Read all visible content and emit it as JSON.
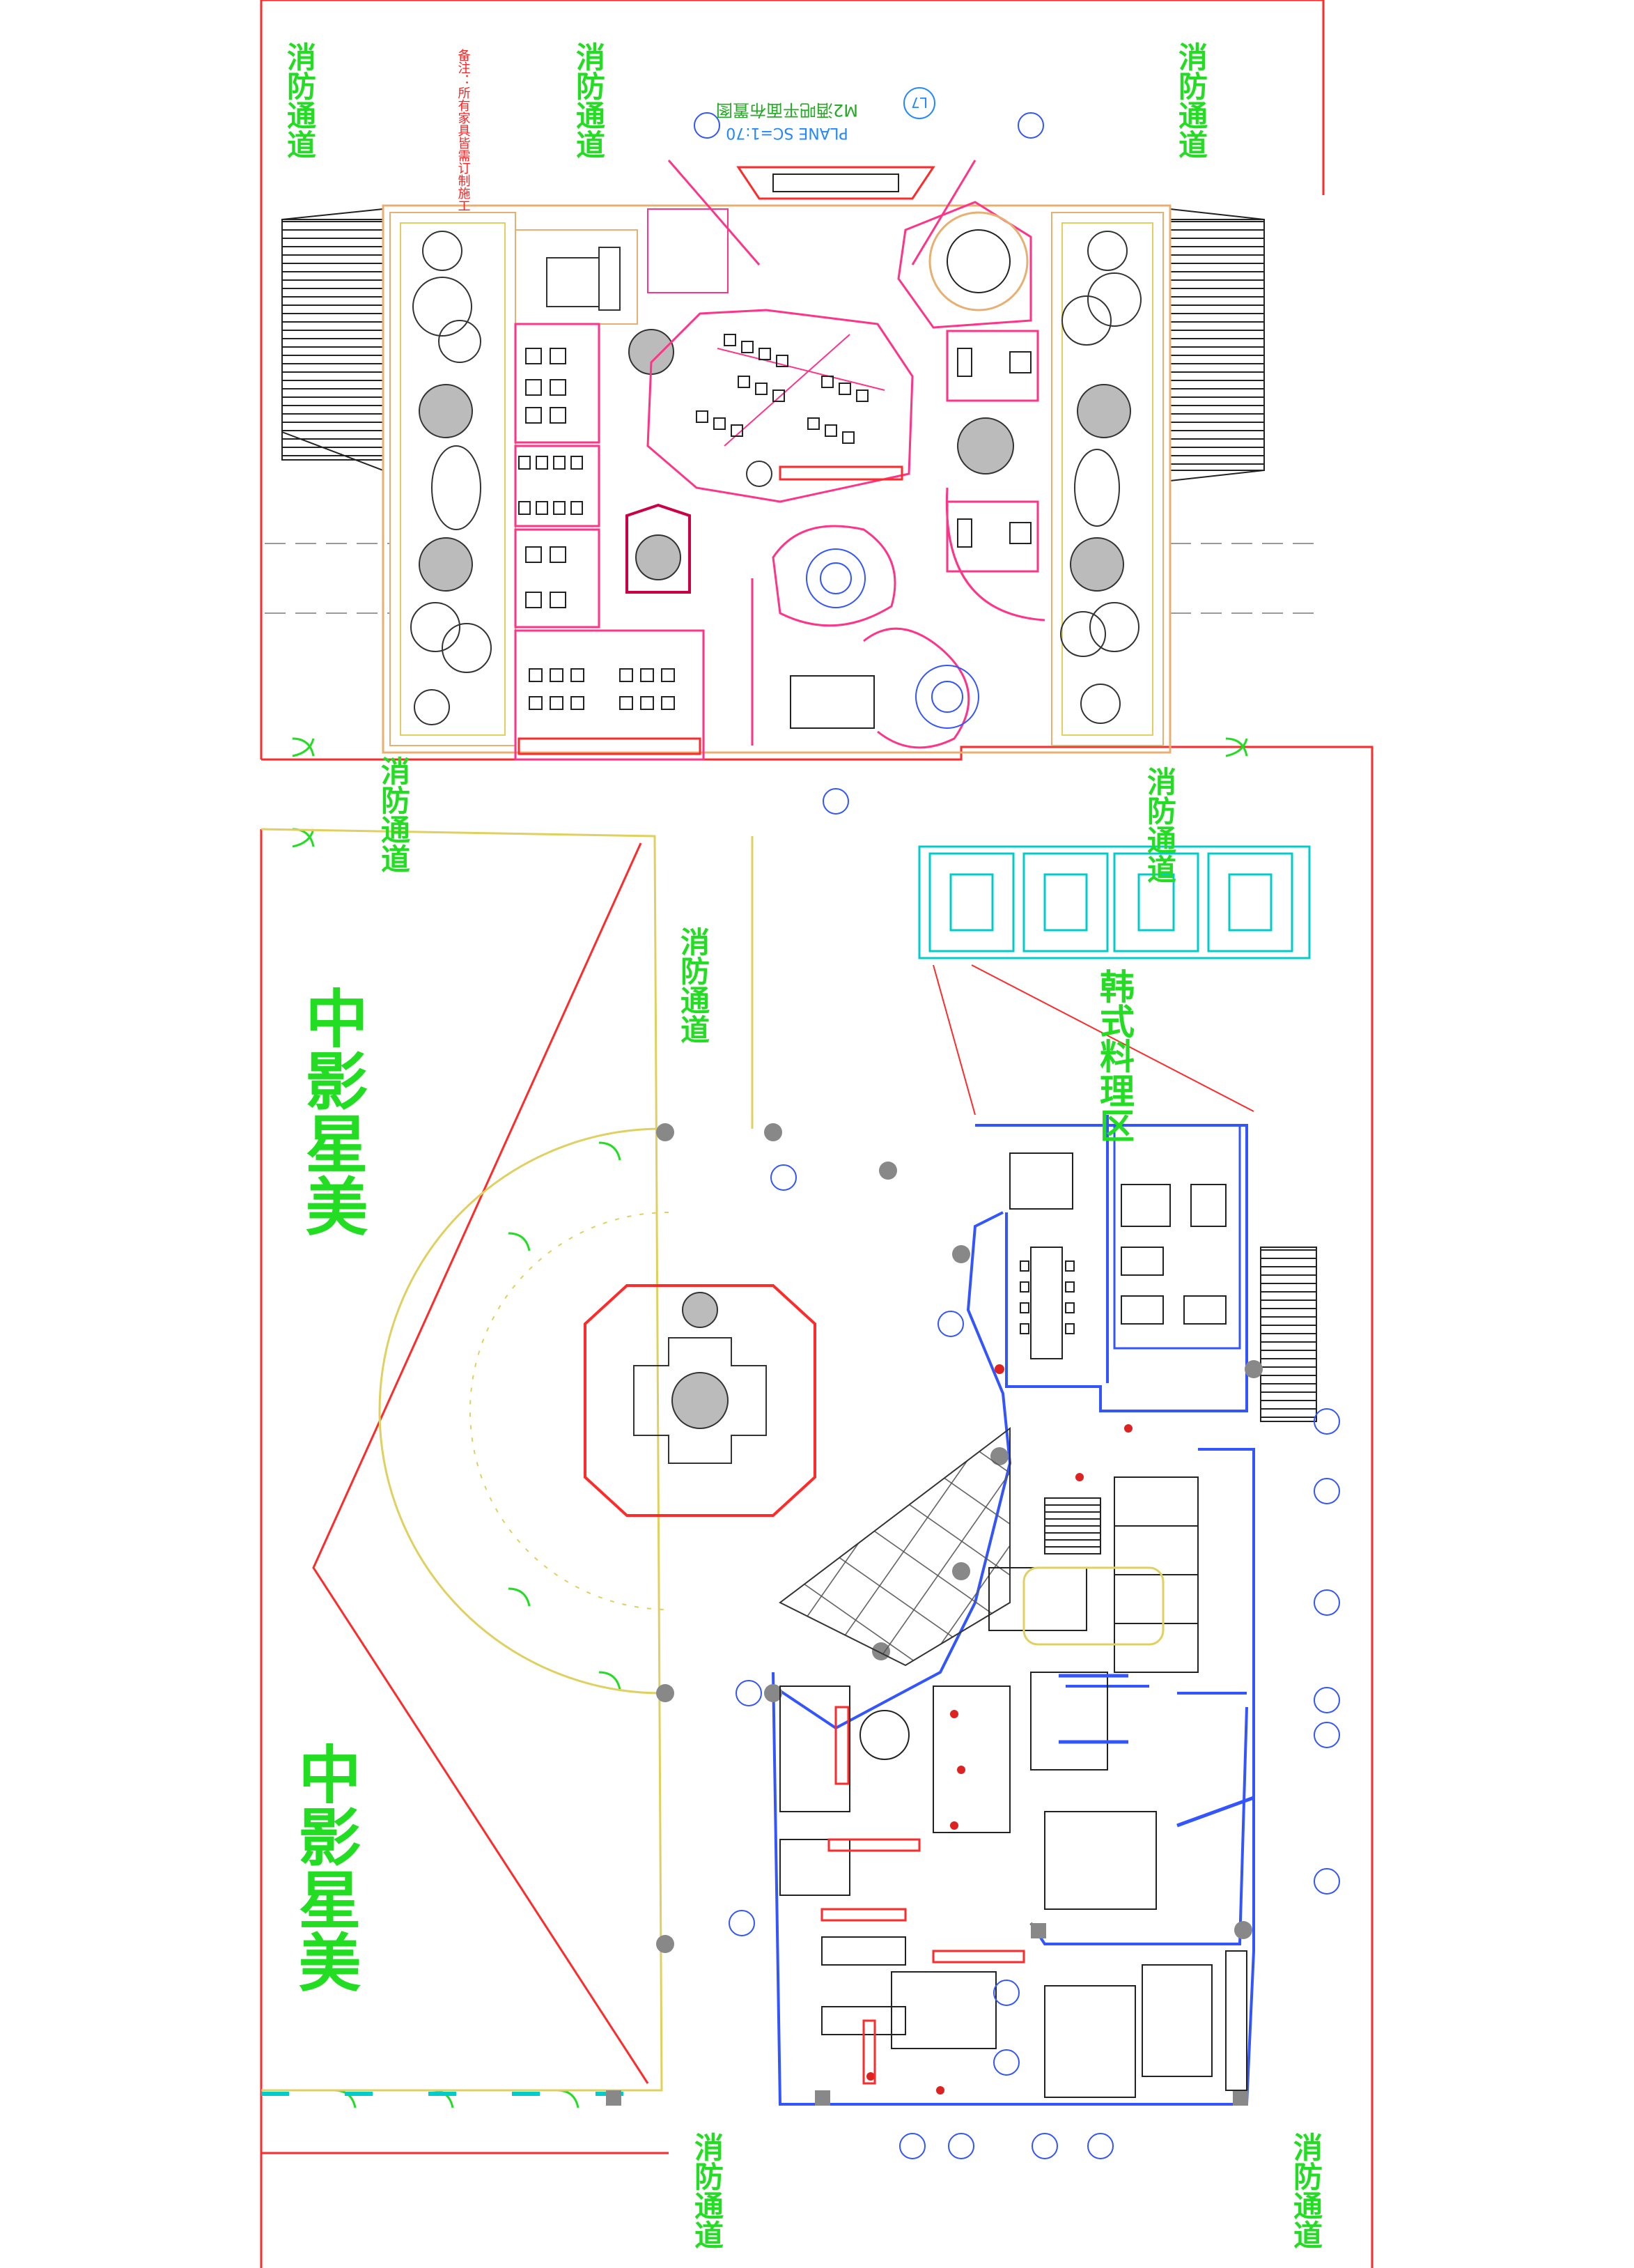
{
  "drawing": {
    "title": "M2酒吧平面布置图",
    "subtitle": "PLANE  SC=1:70",
    "sheet_no": "L7",
    "note": "备注：所有家具皆需订制施工"
  },
  "labels": {
    "fire_lane": "消防通道",
    "cinema": "中影星美",
    "korean_zone": "韩式料理区"
  },
  "colors": {
    "boundary": "#ff2a2a",
    "wall_blue": "#3355ff",
    "furniture": "#222222",
    "green_text": "#22dd22",
    "cyan": "#00cccc",
    "yellow": "#e0d060",
    "pink": "#ff3388",
    "orange": "#e8b070"
  }
}
